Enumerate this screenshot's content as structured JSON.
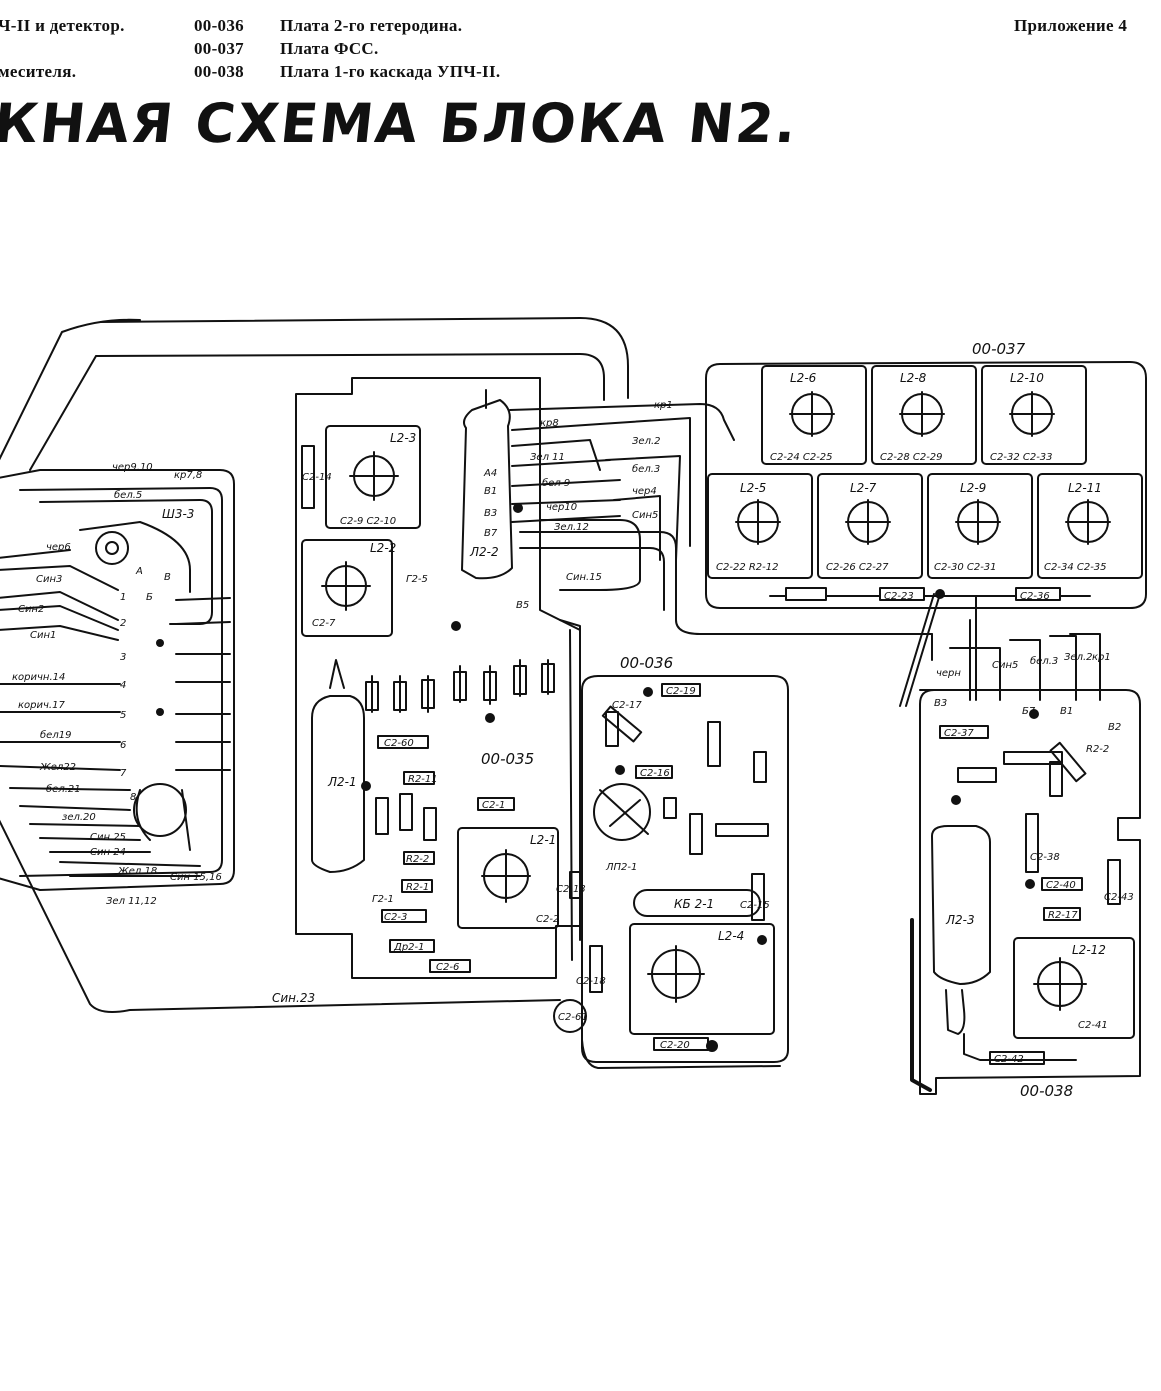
{
  "header": {
    "left": [
      {
        "text": "Ч-II и детектор."
      },
      {
        "text": "месителя."
      }
    ],
    "codes": [
      "00-036",
      "00-037",
      "00-038"
    ],
    "descriptions": [
      "Плата 2-го гетеродина.",
      "Плата ФСС.",
      "Плата 1-го каскада УПЧ-II."
    ],
    "appendix": "Приложение 4"
  },
  "title": "КНАЯ СХЕМА БЛОКА N2.",
  "boards": {
    "b035": "00-035",
    "b036": "00-036",
    "b037": "00-037",
    "b038": "00-038"
  },
  "connector": {
    "name": "Ш3-3",
    "wires_top": [
      "чер9,10",
      "кр7,8",
      "бел.5"
    ],
    "wires_left": [
      "чер6",
      "Син3",
      "Син2",
      "Син1",
      "коричн.14",
      "корич.17",
      "бел19",
      "Жел22",
      "бел.21",
      "зел.20",
      "Син 25",
      "Син 24",
      "Жел.18",
      "Син 15,16",
      "Зел 11,12"
    ],
    "pins": [
      "1",
      "2",
      "3",
      "4",
      "5",
      "6",
      "7",
      "8"
    ],
    "letters": [
      "А",
      "Б",
      "В"
    ]
  },
  "main_bus_label": "Син.23",
  "fss_coils": [
    {
      "coil": "L2-6",
      "caps": "C2-24  C2-25"
    },
    {
      "coil": "L2-8",
      "caps": "C2-28  C2-29"
    },
    {
      "coil": "L2-10",
      "caps": "C2-32  C2-33"
    },
    {
      "coil": "L2-5",
      "caps": "C2-22  R2-12"
    },
    {
      "coil": "L2-7",
      "caps": "C2-26  C2-27"
    },
    {
      "coil": "L2-9",
      "caps": "C2-30  C2-31"
    },
    {
      "coil": "L2-11",
      "caps": "C2-34  C2-35"
    }
  ],
  "fss_bottom": [
    "C2-23",
    "C2-36"
  ],
  "lamp_pins": [
    "A4",
    "B1",
    "B3",
    "B7",
    "B5"
  ],
  "lamp_wires": [
    "кр8",
    "Зел 11",
    "бел 9",
    "чер10",
    "Зел.12",
    "кр1",
    "Зел.2",
    "бел.3",
    "чер4",
    "Син5",
    "Син.15"
  ],
  "b035_parts": {
    "coils": [
      "L2-3",
      "L2-2",
      "L2-1"
    ],
    "cap_pairs": [
      "C2-9  C2-10",
      "C2-7",
      "C2-2"
    ],
    "lamps": [
      "Л2-2",
      "Л2-1"
    ],
    "parts": [
      "C2-14",
      "Г2-5",
      "C2-60",
      "C2-1",
      "C2-3",
      "Др2-1",
      "C2-6",
      "R2-2",
      "R2-1",
      "R2-11",
      "Г2-1"
    ]
  },
  "b036_parts": {
    "coil": "L2-4",
    "switch": "КБ 2-1",
    "relay": "ЛП2-1",
    "parts": [
      "C2-19",
      "C2-16",
      "C2-17",
      "C2-15",
      "C2-13",
      "C2-18",
      "C2-20",
      "C2-61"
    ]
  },
  "b038_parts": {
    "coil": "L2-12",
    "lamp": "Л2-3",
    "wires": [
      "черн",
      "Син5",
      "бел.3",
      "Зел.2",
      "кр1"
    ],
    "pins": [
      "B3",
      "Б7",
      "B1",
      "B2"
    ],
    "parts": [
      "C2-37",
      "C2-38",
      "C2-40",
      "R2-17",
      "C2-42",
      "C2-41",
      "C2-43",
      "R2-2"
    ]
  },
  "colors": {
    "ink": "#111111",
    "paper": "#ffffff"
  }
}
